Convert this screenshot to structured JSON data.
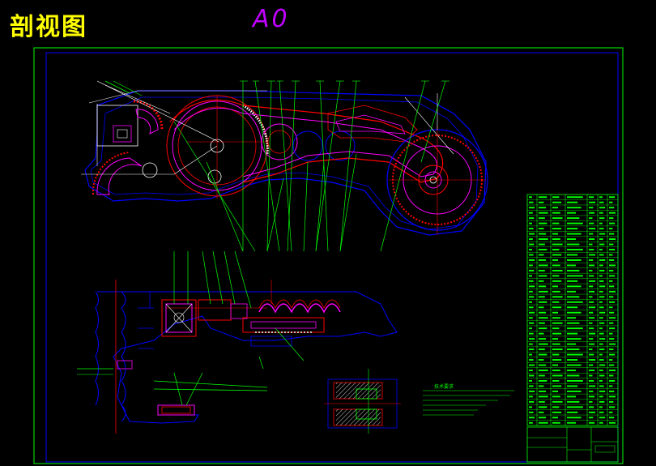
{
  "drawing": {
    "title": "剖视图",
    "sheet_size": "A0",
    "notes_title": "技术要求"
  },
  "colors": {
    "background": "#000000",
    "frame": "#00ff00",
    "inner_frame": "#0000ff",
    "title_text": "#ffff00",
    "sheet_text": "#c000ff",
    "outline": "#0000ff",
    "section": "#ff0000",
    "highlight": "#ff00ff",
    "leaders": "#00ff00",
    "white_lines": "#ffffff"
  }
}
